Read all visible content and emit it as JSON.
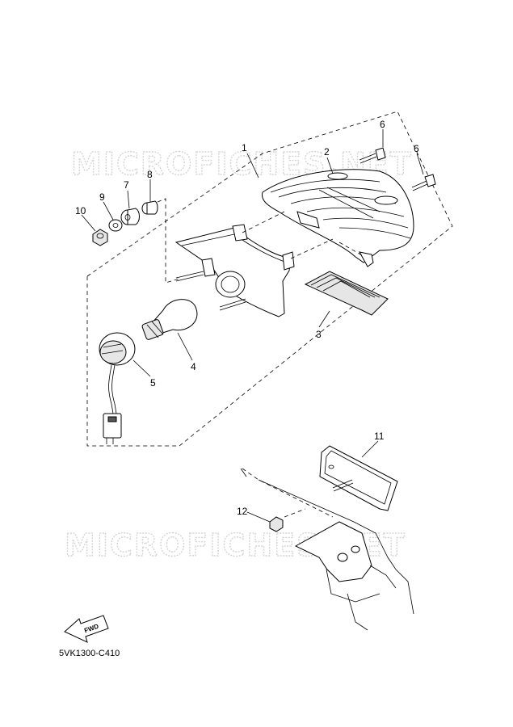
{
  "watermark": {
    "text": "MICROFICHES.NET"
  },
  "callouts": {
    "c1": "1",
    "c2": "2",
    "c3": "3",
    "c4": "4",
    "c5": "5",
    "c6a": "6",
    "c6b": "6",
    "c7": "7",
    "c8": "8",
    "c9": "9",
    "c10": "10",
    "c11": "11",
    "c12": "12"
  },
  "fwd_label": "FWD",
  "diagram_code": "5VK1300-C410"
}
